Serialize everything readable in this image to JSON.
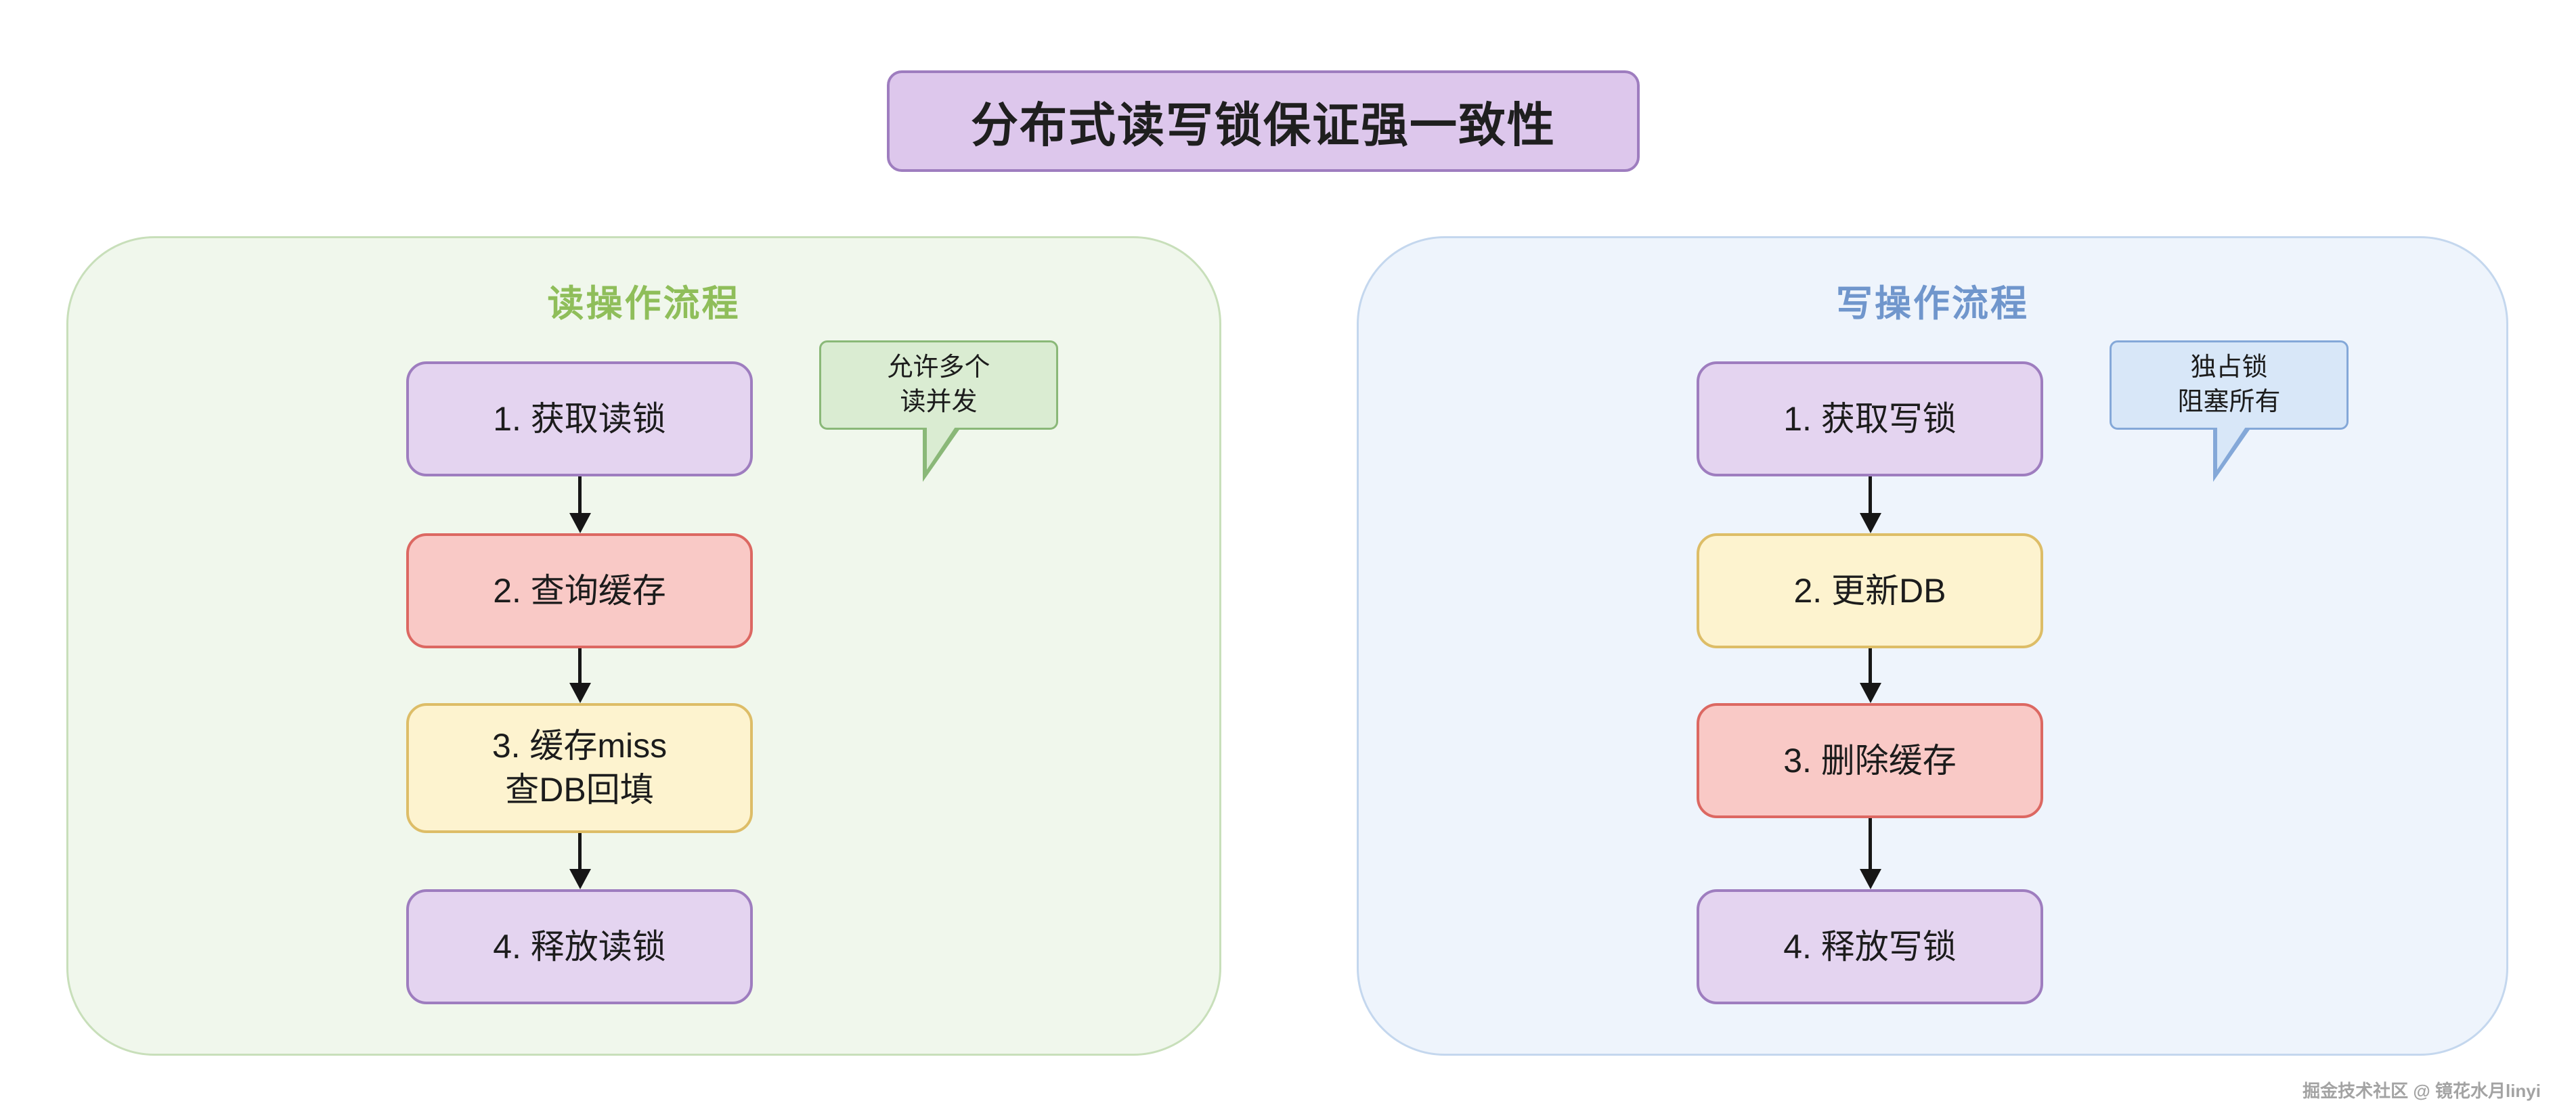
{
  "title": "分布式读写锁保证强一致性",
  "panels": [
    {
      "title": "读操作流程",
      "steps": [
        {
          "label": "1. 获取读锁",
          "color": "purple"
        },
        {
          "label": "2. 查询缓存",
          "color": "red"
        },
        {
          "label": "3. 缓存miss\n查DB回填",
          "color": "yellow"
        },
        {
          "label": "4. 释放读锁",
          "color": "purple"
        }
      ],
      "callout": "允许多个\n读并发"
    },
    {
      "title": "写操作流程",
      "steps": [
        {
          "label": "1. 获取写锁",
          "color": "purple"
        },
        {
          "label": "2. 更新DB",
          "color": "yellow"
        },
        {
          "label": "3. 删除缓存",
          "color": "red"
        },
        {
          "label": "4. 释放写锁",
          "color": "purple"
        }
      ],
      "callout": "独占锁\n阻塞所有"
    }
  ],
  "watermark": "掘金技术社区 @ 镜花水月linyi",
  "colors": {
    "title_fill": "#ddc7ec",
    "title_border": "#9e7dbf",
    "purple_fill": "#e4d4f0",
    "purple_border": "#9e7dbf",
    "red_fill": "#f9c9c6",
    "red_border": "#dc6862",
    "yellow_fill": "#fdf3cf",
    "yellow_border": "#ddbd67",
    "read_panel_fill": "#f0f7ec",
    "read_panel_border": "#c8dfba",
    "write_panel_fill": "#eef4fc",
    "write_panel_border": "#c4d7ee",
    "green_callout_fill": "#daecd2",
    "green_callout_border": "#8ab878",
    "blue_callout_fill": "#d8e7f8",
    "blue_callout_border": "#84a8d8",
    "read_title_text": "#8fbe5a",
    "write_title_text": "#7096cc",
    "arrow": "#161616"
  }
}
